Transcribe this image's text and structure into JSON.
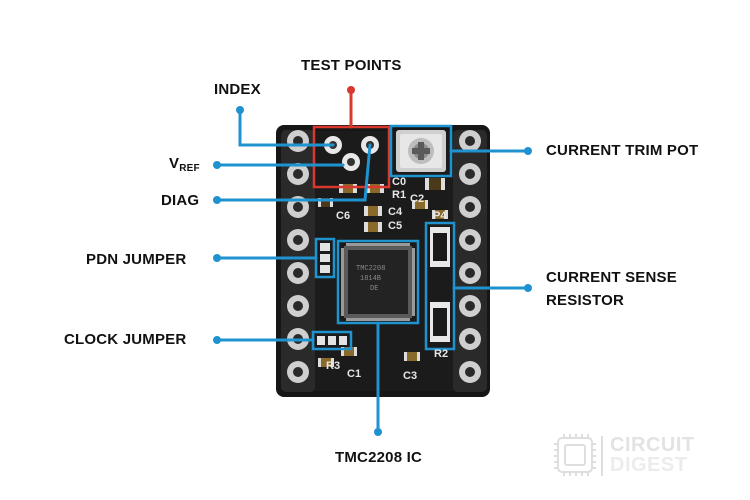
{
  "labels": {
    "test_points": "TEST POINTS",
    "index": "INDEX",
    "vref_main": "V",
    "vref_sub": "REF",
    "diag": "DIAG",
    "pdn_jumper": "PDN JUMPER",
    "clock_jumper": "CLOCK JUMPER",
    "current_trim_pot": "CURRENT TRIM POT",
    "current_sense_line1": "CURRENT SENSE",
    "current_sense_line2": "RESISTOR",
    "tmc2208_ic": "TMC2208 IC"
  },
  "silkscreen": {
    "c6": "C6",
    "c0": "C0",
    "r1": "R1",
    "c2": "C2",
    "c4": "C4",
    "c5": "C5",
    "p4": "P4",
    "r2": "R2",
    "r3": "R3",
    "c1": "C1",
    "c3": "C3"
  },
  "chip_marking": {
    "line1": "TMC2208",
    "line2": "1814B",
    "line3": "DE"
  },
  "logo": {
    "line1": "CIRCUIT",
    "line2": "DIGEST"
  },
  "colors": {
    "leader": "#1f93cf",
    "test_points_leader": "#d9382f",
    "board": "#161616",
    "text": "#111111"
  }
}
